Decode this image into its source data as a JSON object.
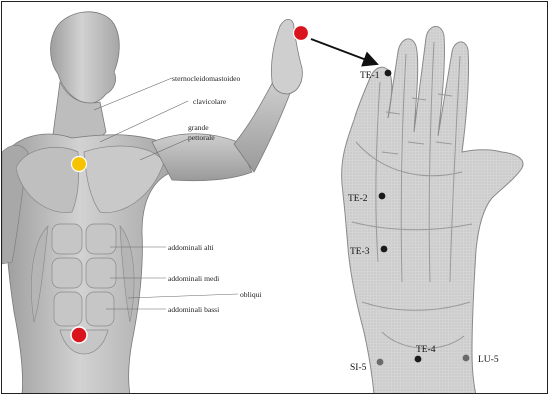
{
  "muscle_labels": {
    "sternocleidomastoideo": "sternocleidomastoideo",
    "clavicolare": "clavicolare",
    "grande_pettorale_line1": "grande",
    "grande_pettorale_line2": "pettorale",
    "addominali_alti": "addominali alti",
    "addominali_medi": "addominali medi",
    "obliqui": "obliqui",
    "addominali_bassi": "addominali bassi"
  },
  "hand_points": {
    "te1": "TE-1",
    "te2": "TE-2",
    "te3": "TE-3",
    "te4": "TE-4",
    "si5": "SI-5",
    "lu5": "LU-5"
  },
  "colors": {
    "marker_red": "#d9141c",
    "marker_yellow": "#f7c300",
    "muscle": "#c4c4c4",
    "hand": "#d0d0d0",
    "arrow": "#111111"
  }
}
